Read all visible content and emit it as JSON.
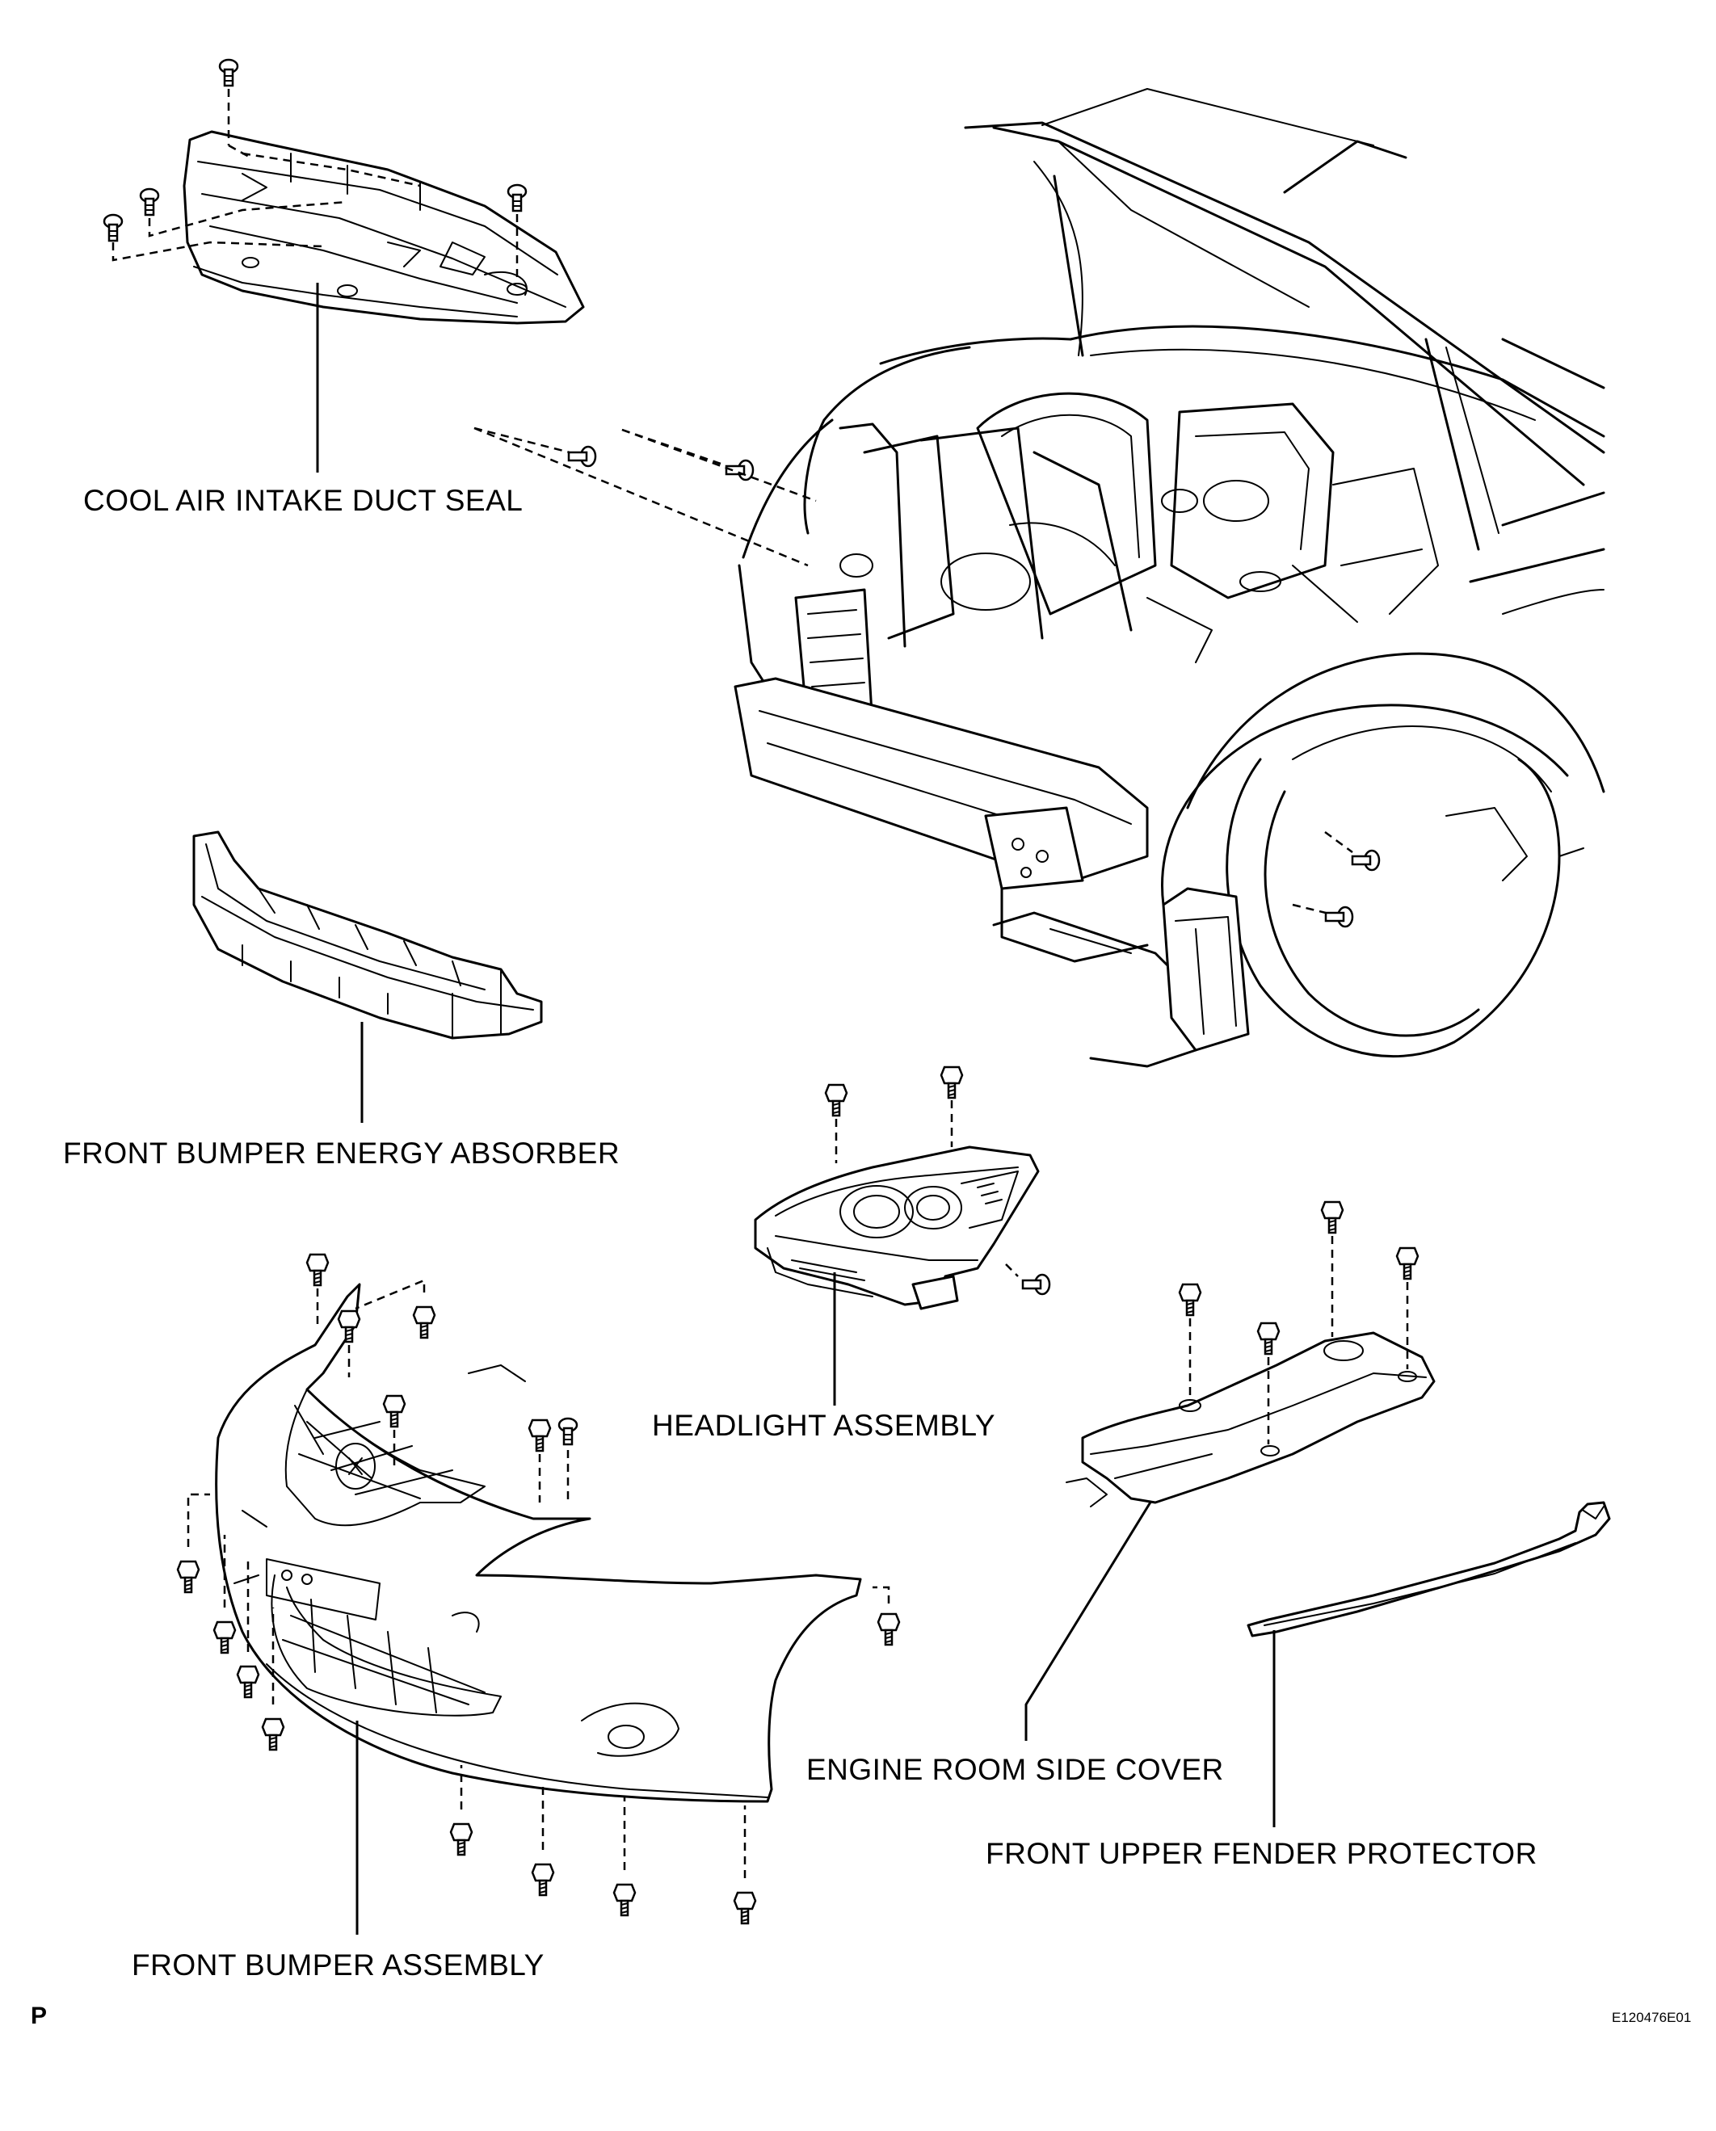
{
  "labels": {
    "cool_air_intake_duct_seal": "COOL AIR INTAKE DUCT SEAL",
    "front_bumper_energy_absorber": "FRONT BUMPER ENERGY ABSORBER",
    "headlight_assembly": "HEADLIGHT ASSEMBLY",
    "engine_room_side_cover": "ENGINE ROOM SIDE COVER",
    "front_upper_fender_protector": "FRONT UPPER FENDER PROTECTOR",
    "front_bumper_assembly": "FRONT BUMPER ASSEMBLY"
  },
  "corner_mark": "P",
  "illustration_code": "E120476E01"
}
